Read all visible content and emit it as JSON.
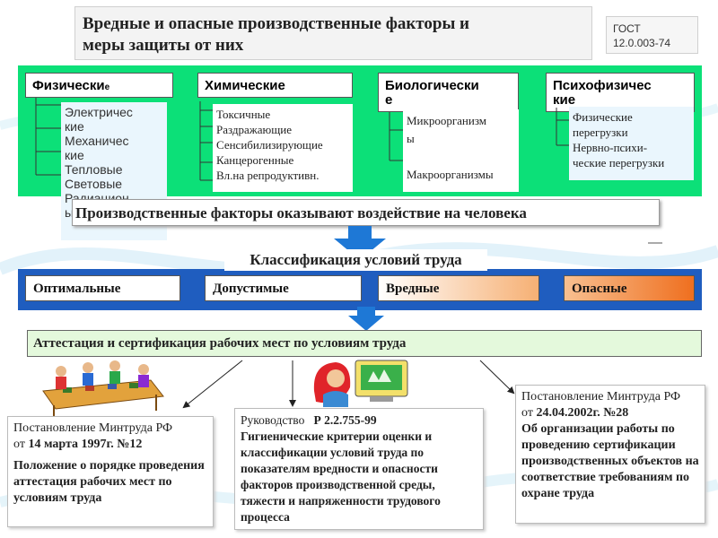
{
  "slide": {
    "title_line1": "Вредные и опасные производственные факторы и",
    "title_line2": "меры защиты от них",
    "gost_line1": "ГОСТ",
    "gost_line2": "12.0.003-74"
  },
  "categories": [
    {
      "head_line1": "Физически",
      "head_suffix": "е",
      "items": [
        "Электричес",
        "кие",
        "Механичес",
        "кие",
        "Тепловые",
        "Световые",
        "Радиацион",
        "ые"
      ]
    },
    {
      "head_line1": "Химические",
      "items": [
        "Токсичные",
        "Раздражающие",
        "Сенсибилизирующие",
        "Канцерогенные",
        "Вл.на репродуктивн."
      ]
    },
    {
      "head_line1": "Биологически",
      "head_line2": "е",
      "items": [
        "Микроорганизм",
        "ы",
        "Макроорганизмы"
      ]
    },
    {
      "head_line1": "Психофизичес",
      "head_line2": "кие",
      "items": [
        "Физические",
        "перегрузки",
        "Нервно-психи-",
        "ческие перегрузки"
      ]
    }
  ],
  "impact_text": "Производственные факторы оказывают воздействие на человека",
  "classification_title": "Классификация условий труда",
  "classes": [
    {
      "label": "Оптимальные",
      "color": "#ffffff"
    },
    {
      "label": "Допустимые",
      "color": "#ffffff"
    },
    {
      "label": "Вредные",
      "color": "#fde2c4"
    },
    {
      "label": "Опасные",
      "color": "#f07b2a"
    }
  ],
  "attestation_text": "Аттестация и сертификация рабочих мест по условиям труда",
  "documents": {
    "left": {
      "line1": "Постановление Минтруда РФ",
      "line2_prefix": "от ",
      "line2_date": "14 марта 1997г. №12",
      "body": "Положение о порядке проведения аттестация рабочих мест по условиям труда"
    },
    "middle": {
      "line1_prefix": "Руководство",
      "line1_code": "Р 2.2.755-99",
      "body": "Гигиенические критерии оценки и классификации условий труда по показателям вредности и опасности факторов производственной среды, тяжести и напряженности трудового процесса"
    },
    "right": {
      "line1": "Постановление Минтруда РФ",
      "line2_prefix": "от ",
      "line2_date": "24.04.2002г. №28",
      "body": "Об организации работы по проведению сертификации производственных объектов на соответствие требованиям по охране труда"
    }
  },
  "colors": {
    "green_band": "#0ce078",
    "blue_band": "#1f5dbf",
    "arrow": "#1e78d6",
    "attestation_fill": "#e4f9dc"
  }
}
